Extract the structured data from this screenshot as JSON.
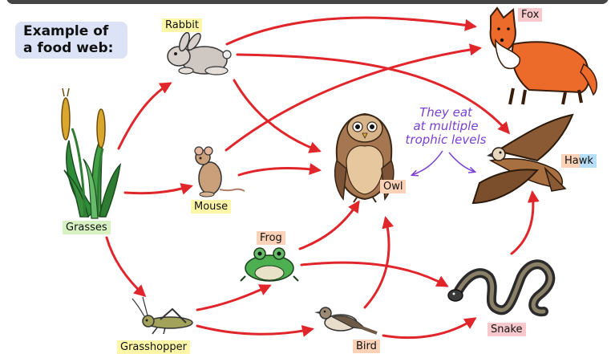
{
  "title": {
    "line1": "Example of",
    "line2": "a food web:"
  },
  "annotation": {
    "line1": "They eat",
    "line2": "at multiple",
    "line3": "trophic levels"
  },
  "organisms": {
    "grasses": "Grasses",
    "rabbit": "Rabbit",
    "mouse": "Mouse",
    "grasshopper": "Grasshopper",
    "frog": "Frog",
    "bird": "Bird",
    "owl": "Owl",
    "fox": "Fox",
    "hawk": "Hawk",
    "snake": "Snake"
  },
  "links": [
    {
      "from": "Grasses",
      "to": "Rabbit"
    },
    {
      "from": "Grasses",
      "to": "Mouse"
    },
    {
      "from": "Grasses",
      "to": "Grasshopper"
    },
    {
      "from": "Rabbit",
      "to": "Fox"
    },
    {
      "from": "Rabbit",
      "to": "Owl"
    },
    {
      "from": "Rabbit",
      "to": "Hawk"
    },
    {
      "from": "Mouse",
      "to": "Owl"
    },
    {
      "from": "Mouse",
      "to": "Fox"
    },
    {
      "from": "Grasshopper",
      "to": "Frog"
    },
    {
      "from": "Grasshopper",
      "to": "Bird"
    },
    {
      "from": "Frog",
      "to": "Owl"
    },
    {
      "from": "Frog",
      "to": "Snake"
    },
    {
      "from": "Bird",
      "to": "Owl"
    },
    {
      "from": "Bird",
      "to": "Snake"
    },
    {
      "from": "Snake",
      "to": "Hawk"
    }
  ],
  "colors": {
    "arrow": "#e0262b",
    "annotation": "#7b3fd1"
  }
}
